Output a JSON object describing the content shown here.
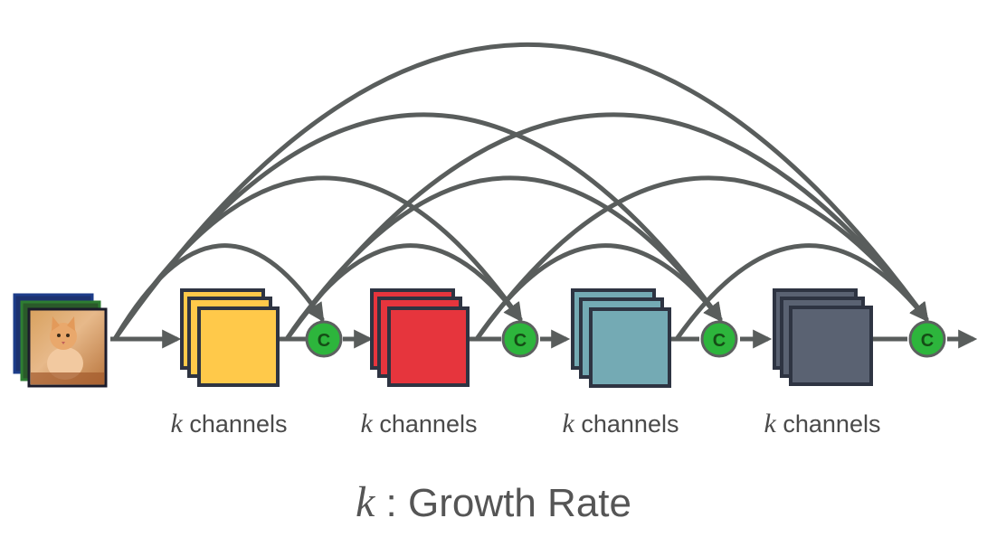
{
  "concat_symbol": "C",
  "layers": [
    {
      "k": "k",
      "text": "channels",
      "color": "#ffc94a"
    },
    {
      "k": "k",
      "text": "channels",
      "color": "#e6353d"
    },
    {
      "k": "k",
      "text": "channels",
      "color": "#74aab4"
    },
    {
      "k": "k",
      "text": "channels",
      "color": "#5a6272"
    }
  ],
  "caption": {
    "k": "k",
    "text": ": Growth Rate"
  },
  "colors": {
    "arrow": "#595d5c",
    "concat_node": "#2db53c",
    "block_border": "#2e3442",
    "input_frame_blue": "#1d3d8a",
    "input_frame_green": "#2e7d32"
  },
  "icons": [
    "input-image-stack",
    "concat-node",
    "arrow"
  ]
}
